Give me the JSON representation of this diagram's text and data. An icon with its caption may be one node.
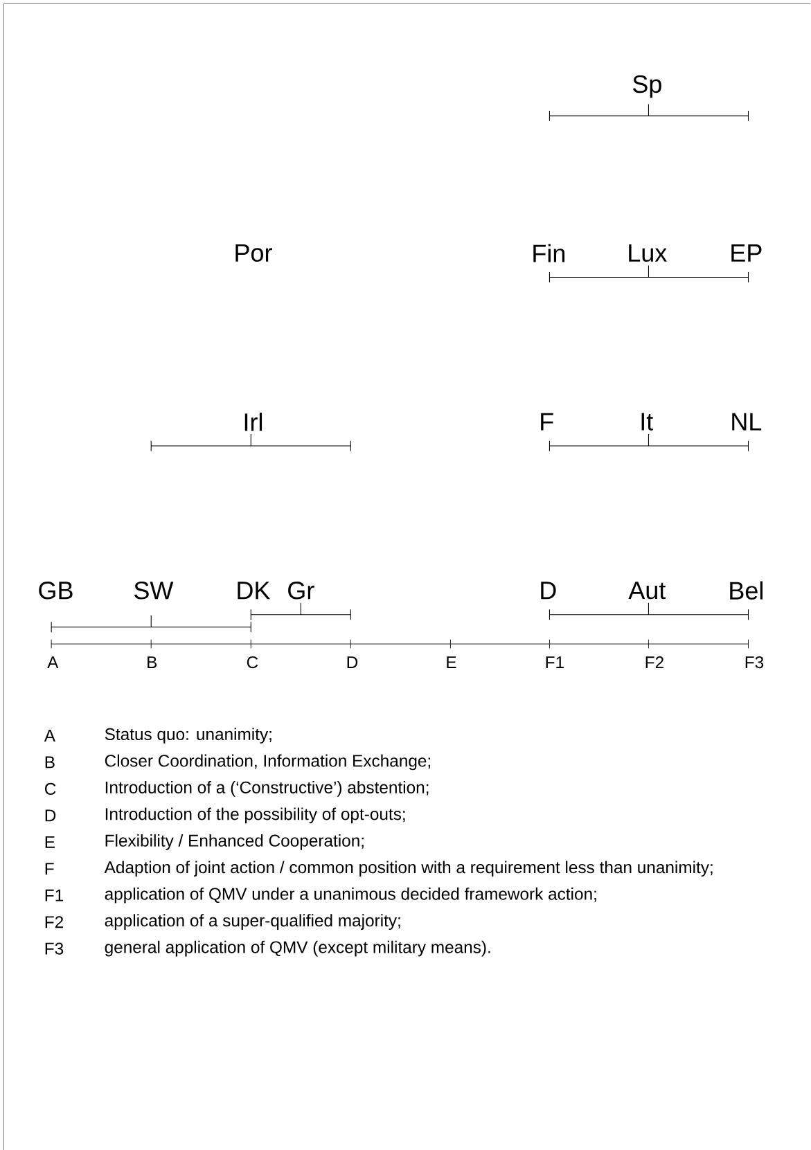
{
  "diagram": {
    "labels": [
      "Sp",
      "Por",
      "Fin",
      "Lux",
      "EP",
      "Irl",
      "F",
      "It",
      "NL",
      "GB",
      "SW",
      "DK",
      "Gr",
      "D",
      "Aut",
      "Bel",
      "A",
      "B",
      "C",
      "D",
      "E",
      "F1",
      "F2",
      "F3",
      "A",
      "Status quo: unanimity;",
      "B",
      "Closer Coordination, Information Exchange;",
      "C",
      "Introduction of a (‘Constructive’) abstention;",
      "D",
      "Introduction of the possibility of opt-outs;",
      "E",
      "Flexibility / Enhanced Cooperation;",
      "F",
      "Adaption of joint action / common position with a requirement less than unanimity;",
      "F1",
      "application of QMV under a unanimous decided framework action;",
      "F2",
      "application of a super-qualified majority;",
      "F3",
      "general application of QMV (except military means)."
    ]
  }
}
